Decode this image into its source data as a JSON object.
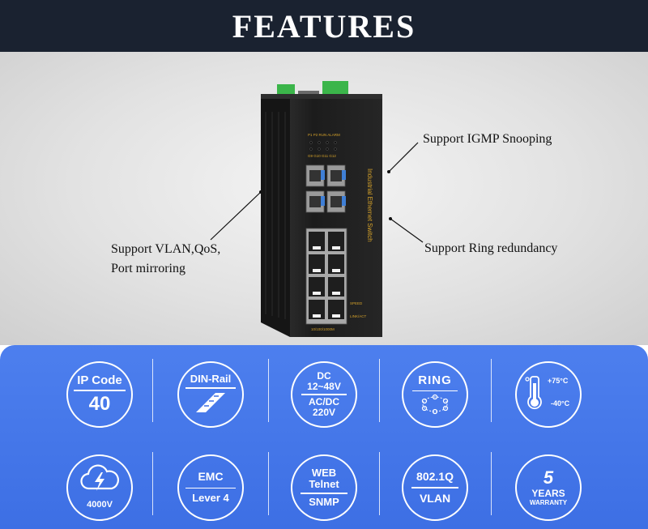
{
  "header": {
    "title": "FEATURES"
  },
  "device": {
    "vertical_label": "Industrial Ethernet Switch",
    "led_row1": "P1 P2 RUN ALARM",
    "led_row2": "G9 G10 G11 G12",
    "speed_label": "SPEED",
    "link_label": "LINK/ACT",
    "bottom_label": "10/100/1000M"
  },
  "callouts": {
    "igmp": "Support IGMP Snooping",
    "vlan_line1": "Support VLAN,QoS,",
    "vlan_line2": "Port mirroring",
    "ring": "Support Ring redundancy"
  },
  "features": {
    "ip_code": {
      "label": "IP Code",
      "value": "40"
    },
    "din_rail": {
      "label": "DIN-Rail"
    },
    "power": {
      "line1": "DC",
      "line2": "12~48V",
      "line3": "AC/DC",
      "line4": "220V"
    },
    "ring": {
      "label": "RING"
    },
    "temperature": {
      "high": "+75°C",
      "low": "-40°C"
    },
    "surge": {
      "label": "4000V"
    },
    "emc": {
      "line1": "EMC",
      "line2": "Lever 4"
    },
    "web": {
      "line1": "WEB",
      "line2": "Telnet",
      "line3": "SNMP"
    },
    "vlan_std": {
      "line1": "802.1Q",
      "line2": "VLAN"
    },
    "warranty": {
      "number": "5",
      "line1": "YEARS",
      "line2": "WARRANTY"
    }
  },
  "colors": {
    "header_bg": "#1a2230",
    "panel_blue": "#4477ea",
    "terminal_green": "#3bb54a"
  }
}
